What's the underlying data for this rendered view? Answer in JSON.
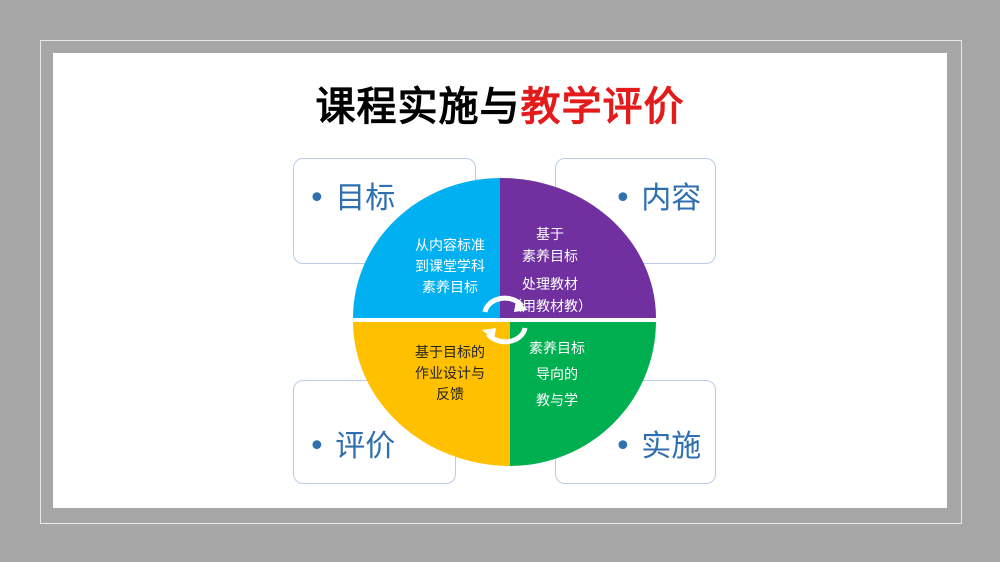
{
  "title": {
    "part1": "课程实施与",
    "part2": "教学评价"
  },
  "boxes": {
    "goal": "• 目标",
    "content": "• 内容",
    "evaluation": "• 评价",
    "implementation": "• 实施"
  },
  "segments": {
    "blue": [
      "从内容标准",
      "到课堂学科",
      "素养目标"
    ],
    "purple": [
      "基于",
      "素养目标",
      "处理教材",
      "（用教材教）"
    ],
    "yellow": [
      "基于目标的",
      "作业设计与",
      "反馈"
    ],
    "green": [
      "素养目标",
      "导向的",
      "教与学"
    ]
  },
  "colors": {
    "blue": "#00b0f0",
    "purple": "#7030a0",
    "yellow": "#ffc000",
    "green": "#00b050",
    "red": "#e31b1b"
  }
}
